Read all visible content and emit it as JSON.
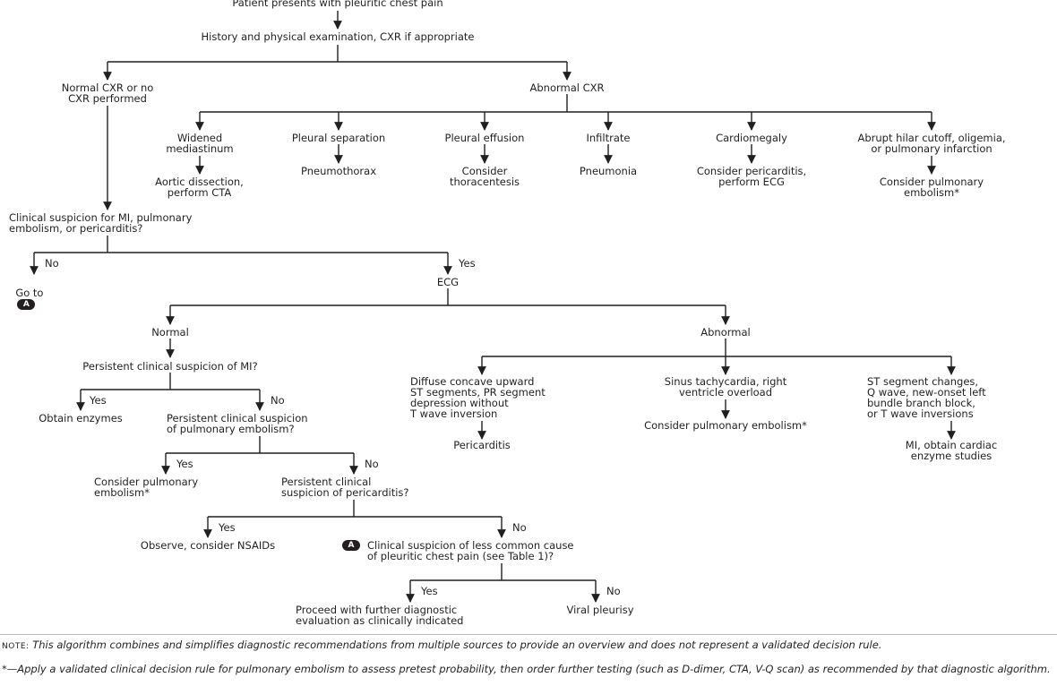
{
  "nodes": {
    "start": "Patient presents with pleuritic chest pain",
    "history": "History and physical examination, CXR if appropriate",
    "normal_cxr": "Normal CXR or no\nCXR performed",
    "abnormal_cxr": "Abnormal CXR",
    "widened": "Widened\nmediastinum",
    "aortic": "Aortic dissection,\nperform CTA",
    "pleural_sep": "Pleural separation",
    "pneumothorax": "Pneumothorax",
    "effusion": "Pleural effusion",
    "thoracentesis": "Consider\nthoracentesis",
    "infiltrate": "Infiltrate",
    "pneumonia": "Pneumonia",
    "cardiomegaly": "Cardiomegaly",
    "pericarditis_ecg": "Consider pericarditis,\nperform ECG",
    "hilar": "Abrupt hilar cutoff, oligemia,\nor pulmonary infarction",
    "consider_pe_1": "Consider pulmonary\nembolism*",
    "suspicion_mi": "Clinical suspicion for MI, pulmonary\nembolism, or pericarditis?",
    "goto_prefix": "Go to",
    "badge": "A",
    "ecg": "ECG",
    "normal": "Normal",
    "abnormal": "Abnormal",
    "persistent_mi": "Persistent clinical suspicion of MI?",
    "enzymes": "Obtain enzymes",
    "persistent_pe": "Persistent clinical suspicion\nof pulmonary embolism?",
    "consider_pe_2": "Consider pulmonary\nembolism*",
    "persistent_peri": "Persistent clinical\nsuspicion of pericarditis?",
    "observe": "Observe, consider NSAIDs",
    "less_common": "Clinical suspicion of less common cause\nof pleuritic chest pain (see Table 1)?",
    "proceed": "Proceed with further diagnostic\nevaluation as clinically indicated",
    "viral": "Viral pleurisy",
    "diffuse": "Diffuse concave upward\nST segments, PR segment\ndepression without\nT wave inversion",
    "pericarditis": "Pericarditis",
    "sinus": "Sinus tachycardia, right\nventricle overload",
    "consider_pe_3": "Consider pulmonary embolism*",
    "st_changes": "ST segment changes,\nQ wave, new-onset left\nbundle branch block,\nor T wave inversions",
    "mi_enzyme": "MI, obtain cardiac\nenzyme studies"
  },
  "branch_labels": {
    "no": "No",
    "yes": "Yes"
  },
  "footnotes": {
    "note_label": "NOTE:",
    "note_text": "This algorithm combines and simplifies diagnostic recommendations from multiple sources to provide an overview and does not represent a validated decision rule.",
    "star_text": "*—Apply a validated clinical decision rule for pulmonary embolism to assess pretest probability, then order further testing (such as D-dimer, CTA, V-Q scan) as recommended by that diagnostic algorithm."
  }
}
